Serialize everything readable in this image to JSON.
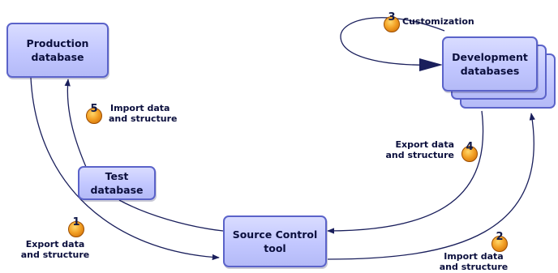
{
  "nodes": {
    "production": [
      "Production",
      "database"
    ],
    "test": [
      "Test",
      "database"
    ],
    "source_control": [
      "Source Control",
      "tool"
    ],
    "development": [
      "Development",
      "databases"
    ]
  },
  "steps": [
    {
      "number": "1",
      "label": [
        "Export data",
        "and structure"
      ]
    },
    {
      "number": "2",
      "label": [
        "Import data",
        "and structure"
      ]
    },
    {
      "number": "3",
      "label": [
        "Customization"
      ]
    },
    {
      "number": "4",
      "label": [
        "Export data",
        "and structure"
      ]
    },
    {
      "number": "5",
      "label": [
        "Import data",
        "and structure"
      ]
    }
  ],
  "colors": {
    "node_fill": "#c2c7ff",
    "node_border": "#5b63c9",
    "arrow": "#1a1f5c",
    "badge": "#f3a126"
  }
}
